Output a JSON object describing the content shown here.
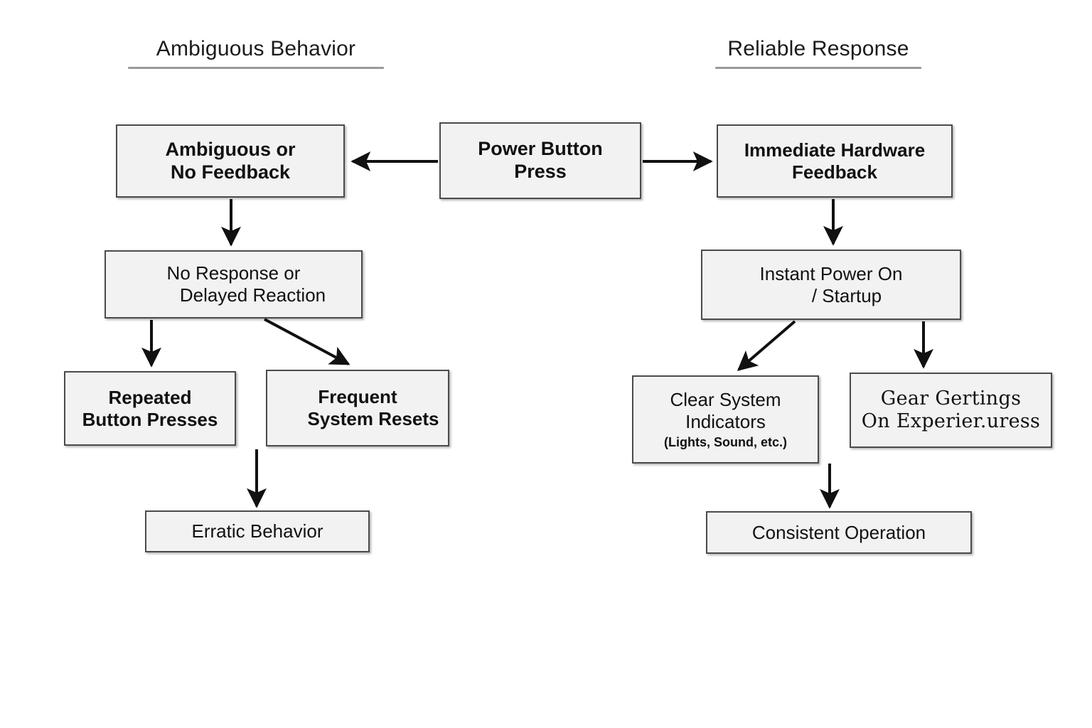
{
  "diagram": {
    "title": "Power Button Press feedback outcomes flowchart",
    "background": "#ffffff",
    "node_fill": "#f2f2f2",
    "node_border": "#4b4b4b",
    "edge_color": "#111111",
    "header_rule_color": "#9a9a9a"
  },
  "headers": {
    "left": "Ambiguous Behavior",
    "right": "Reliable Response"
  },
  "nodes": {
    "power_button_press": {
      "line1": "Power Button",
      "line2": "Press"
    },
    "ambiguous_no_feedback": {
      "line1": "Ambiguous or",
      "line2": "No Feedback"
    },
    "no_response_delayed": {
      "line1": "No Response or",
      "line2": "Delayed Reaction"
    },
    "repeated_button_presses": {
      "line1": "Repeated",
      "line2": "Button Presses"
    },
    "frequent_system_resets": {
      "line1": "Frequent",
      "line2": "System Resets"
    },
    "erratic_behavior": {
      "line1": "Erratic Behavior"
    },
    "immediate_hardware_feedback": {
      "line1": "Immediate Hardware",
      "line2": "Feedback"
    },
    "instant_power_on": {
      "line1": "Instant Power On",
      "line2": "/ Startup"
    },
    "clear_system_indicators": {
      "line1": "Clear System",
      "line2": "Indicators",
      "sub": "(Lights, Sound, etc.)"
    },
    "gear_gertings": {
      "line1": "Gear Gertings",
      "line2": "On Experier.uress"
    },
    "consistent_operation": {
      "line1": "Consistent Operation"
    }
  }
}
